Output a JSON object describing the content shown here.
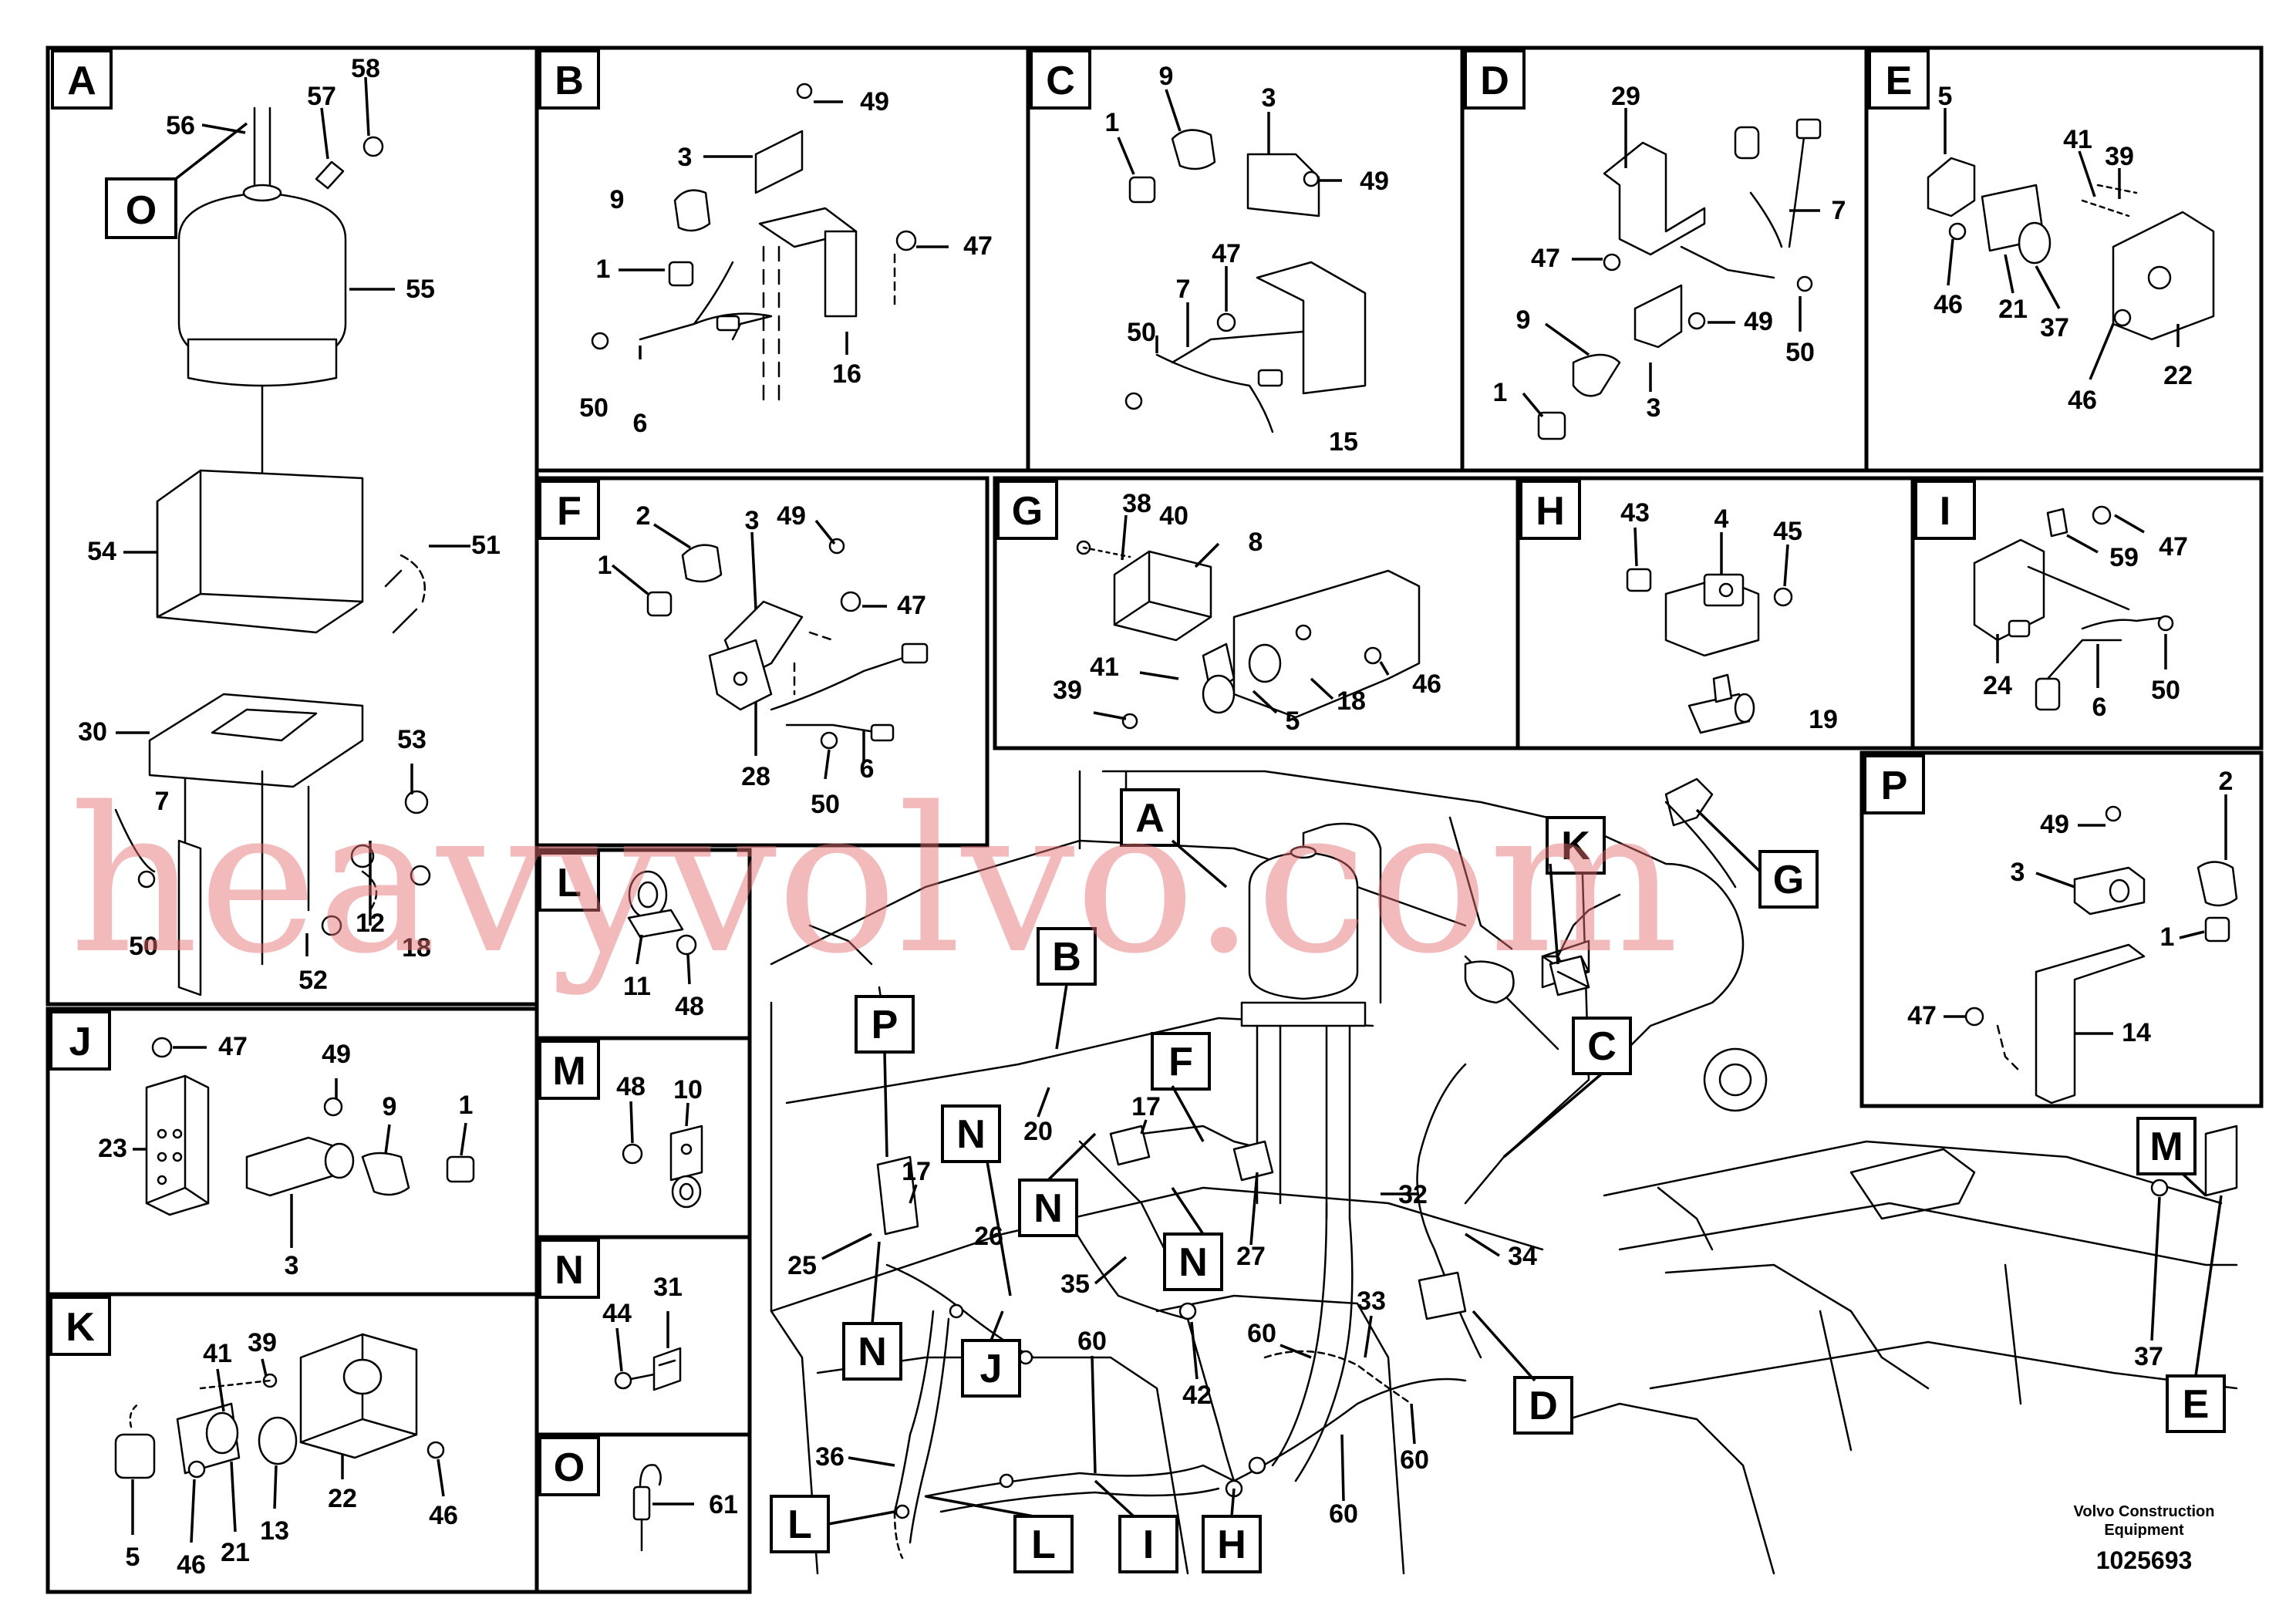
{
  "panels": {
    "A": {
      "tag": "A",
      "callouts": [
        "56",
        "57",
        "58",
        "O",
        "55",
        "54",
        "51",
        "30",
        "53",
        "7",
        "50",
        "52",
        "12",
        "18"
      ]
    },
    "B": {
      "tag": "B",
      "callouts": [
        "49",
        "3",
        "9",
        "47",
        "1",
        "50",
        "6",
        "16"
      ]
    },
    "C": {
      "tag": "C",
      "callouts": [
        "9",
        "3",
        "1",
        "49",
        "47",
        "7",
        "50",
        "15"
      ]
    },
    "D": {
      "tag": "D",
      "callouts": [
        "29",
        "7",
        "47",
        "9",
        "49",
        "1",
        "3",
        "50"
      ]
    },
    "E": {
      "tag": "E",
      "callouts": [
        "5",
        "41",
        "39",
        "46",
        "21",
        "37",
        "22",
        "46"
      ]
    },
    "F": {
      "tag": "F",
      "callouts": [
        "2",
        "3",
        "49",
        "1",
        "47",
        "28",
        "50",
        "6"
      ]
    },
    "G": {
      "tag": "G",
      "callouts": [
        "38",
        "40",
        "8",
        "41",
        "39",
        "5",
        "18",
        "46"
      ]
    },
    "H": {
      "tag": "H",
      "callouts": [
        "43",
        "4",
        "45",
        "19"
      ]
    },
    "I": {
      "tag": "I",
      "callouts": [
        "59",
        "47",
        "24",
        "6",
        "50"
      ]
    },
    "J": {
      "tag": "J",
      "callouts": [
        "47",
        "49",
        "23",
        "9",
        "1",
        "3"
      ]
    },
    "K": {
      "tag": "K",
      "callouts": [
        "41",
        "39",
        "5",
        "46",
        "21",
        "13",
        "22",
        "46"
      ]
    },
    "L": {
      "tag": "L",
      "callouts": [
        "11",
        "48"
      ]
    },
    "M": {
      "tag": "M",
      "callouts": [
        "48",
        "10"
      ]
    },
    "N": {
      "tag": "N",
      "callouts": [
        "44",
        "31"
      ]
    },
    "O": {
      "tag": "O",
      "callouts": [
        "61"
      ]
    },
    "P": {
      "tag": "P",
      "callouts": [
        "2",
        "49",
        "3",
        "1",
        "47",
        "14"
      ]
    }
  },
  "main_view": {
    "location_tags": [
      "A",
      "K",
      "G",
      "B",
      "P",
      "F",
      "C",
      "N",
      "N",
      "N",
      "N",
      "J",
      "D",
      "L",
      "L",
      "I",
      "H",
      "M",
      "E"
    ],
    "callouts": [
      "20",
      "17",
      "17",
      "32",
      "25",
      "26",
      "27",
      "35",
      "34",
      "33",
      "60",
      "60",
      "60",
      "60",
      "42",
      "36",
      "37"
    ]
  },
  "footer": {
    "publisher_line1": "Volvo Construction",
    "publisher_line2": "Equipment",
    "document_number": "1025693"
  },
  "watermark": "heavyvolvo.com"
}
